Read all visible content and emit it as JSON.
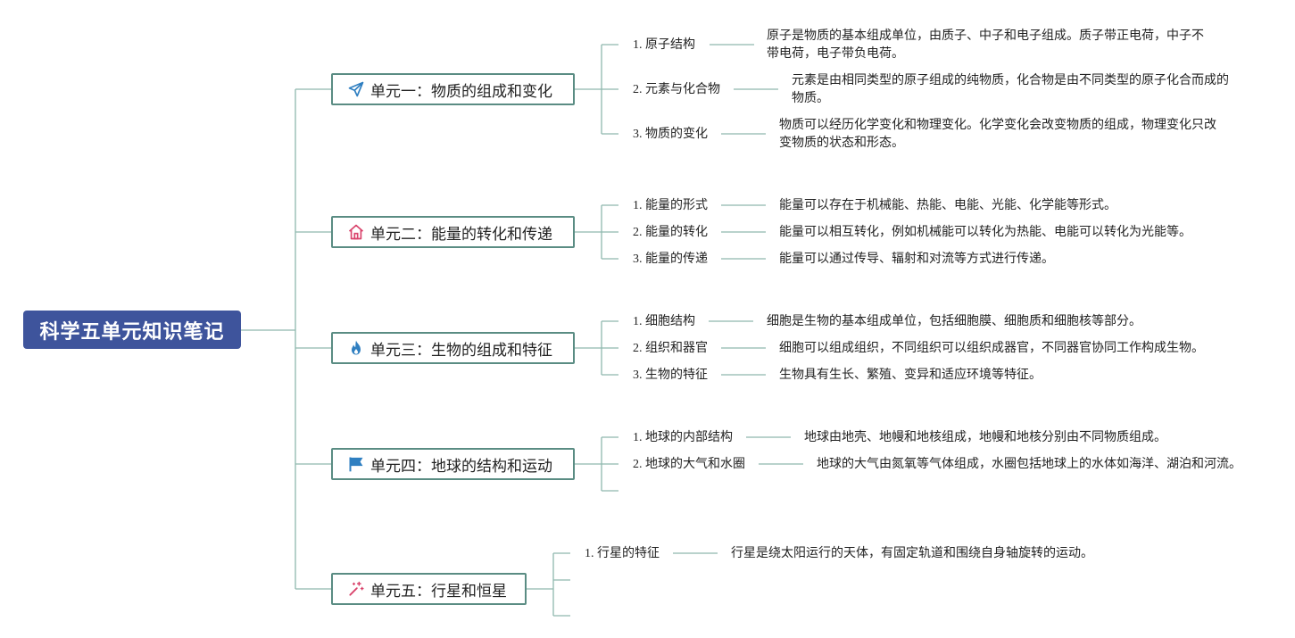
{
  "root": {
    "title": "科学五单元知识笔记"
  },
  "units": [
    {
      "title": "单元一：物质的组成和变化",
      "icon": "paper-plane-icon",
      "icon_color": "#2f7fc1",
      "topics": [
        {
          "label": "1. 原子结构",
          "desc": "原子是物质的基本组成单位，由质子、中子和电子组成。质子带正电荷，中子不带电荷，电子带负电荷。"
        },
        {
          "label": "2. 元素与化合物",
          "desc": "元素是由相同类型的原子组成的纯物质，化合物是由不同类型的原子化合而成的物质。"
        },
        {
          "label": "3. 物质的变化",
          "desc": "物质可以经历化学变化和物理变化。化学变化会改变物质的组成，物理变化只改变物质的状态和形态。"
        }
      ]
    },
    {
      "title": "单元二：能量的转化和传递",
      "icon": "home-icon",
      "icon_color": "#d9436b",
      "topics": [
        {
          "label": "1. 能量的形式",
          "desc": "能量可以存在于机械能、热能、电能、光能、化学能等形式。"
        },
        {
          "label": "2. 能量的转化",
          "desc": "能量可以相互转化，例如机械能可以转化为热能、电能可以转化为光能等。"
        },
        {
          "label": "3. 能量的传递",
          "desc": "能量可以通过传导、辐射和对流等方式进行传递。"
        }
      ]
    },
    {
      "title": "单元三：生物的组成和特征",
      "icon": "flame-icon",
      "icon_color": "#2f7fc1",
      "topics": [
        {
          "label": "1. 细胞结构",
          "desc": "细胞是生物的基本组成单位，包括细胞膜、细胞质和细胞核等部分。"
        },
        {
          "label": "2. 组织和器官",
          "desc": "细胞可以组成组织，不同组织可以组织成器官，不同器官协同工作构成生物。"
        },
        {
          "label": "3. 生物的特征",
          "desc": "生物具有生长、繁殖、变异和适应环境等特征。"
        }
      ]
    },
    {
      "title": "单元四：地球的结构和运动",
      "icon": "flag-icon",
      "icon_color": "#2f7fc1",
      "topics": [
        {
          "label": "1. 地球的内部结构",
          "desc": "地球由地壳、地幔和地核组成，地幔和地核分别由不同物质组成。"
        },
        {
          "label": "2. 地球的大气和水圈",
          "desc": "地球的大气由氮氧等气体组成，水圈包括地球上的水体如海洋、湖泊和河流。"
        },
        {
          "label": "",
          "desc": ""
        }
      ]
    },
    {
      "title": "单元五：行星和恒星",
      "icon": "magic-wand-icon",
      "icon_color": "#d9436b",
      "topics": [
        {
          "label": "1. 行星的特征",
          "desc": "行星是绕太阳运行的天体，有固定轨道和围绕自身轴旋转的运动。"
        },
        {
          "label": "",
          "desc": ""
        },
        {
          "label": "",
          "desc": ""
        }
      ]
    }
  ]
}
